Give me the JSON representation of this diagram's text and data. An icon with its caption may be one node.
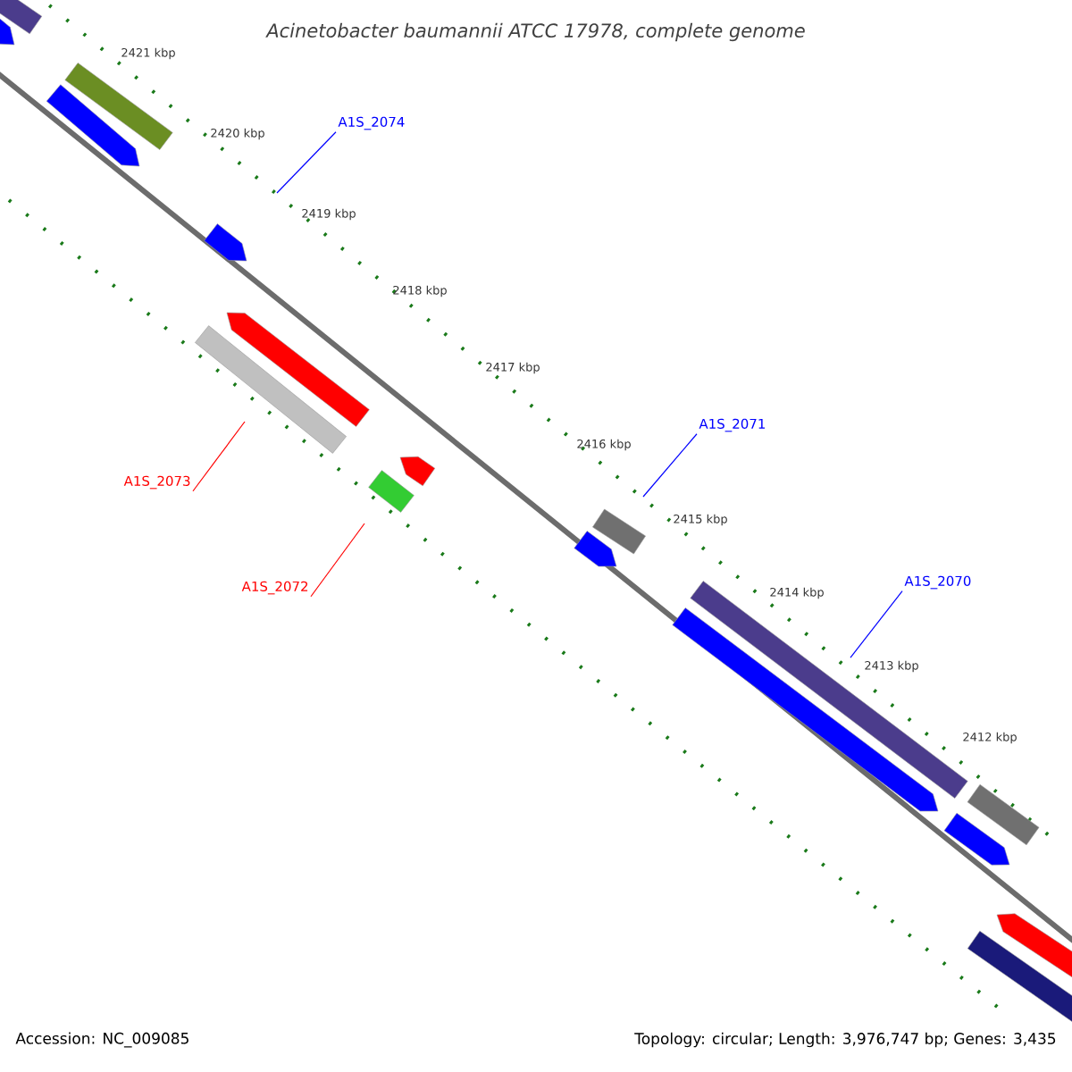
{
  "diagram": {
    "title": "Acinetobacter baumannii ATCC 17978, complete genome",
    "nodes": [
      {
        "text": [
          "A1S_2074"
        ]
      },
      {
        "text": [
          "A1S_2071"
        ]
      },
      {
        "text": [
          "A1S_2073"
        ]
      },
      {
        "text": [
          "A1S_2070"
        ]
      },
      {
        "text": [
          "A1S_2072"
        ]
      }
    ],
    "edges": [
      {
        "from": 0,
        "to": null,
        "arrow": "none"
      },
      {
        "from": 1,
        "to": null,
        "arrow": "none"
      },
      {
        "from": 2,
        "to": null,
        "arrow": "none",
        "color": "#ff0000"
      },
      {
        "from": 3,
        "to": null,
        "arrow": "none"
      },
      {
        "from": 4,
        "to": null,
        "arrow": "none",
        "color": "#ff0000"
      }
    ],
    "labels": [
      "2421 kbp",
      "2420 kbp",
      "2419 kbp",
      "2418 kbp",
      "2417 kbp",
      "2416 kbp",
      "2415 kbp",
      "2414 kbp",
      "2413 kbp",
      "2412 kbp",
      "Accession: NC_009085",
      "Topology: circular; Length: 3,976,747 bp; Genes: 3,435"
    ]
  }
}
